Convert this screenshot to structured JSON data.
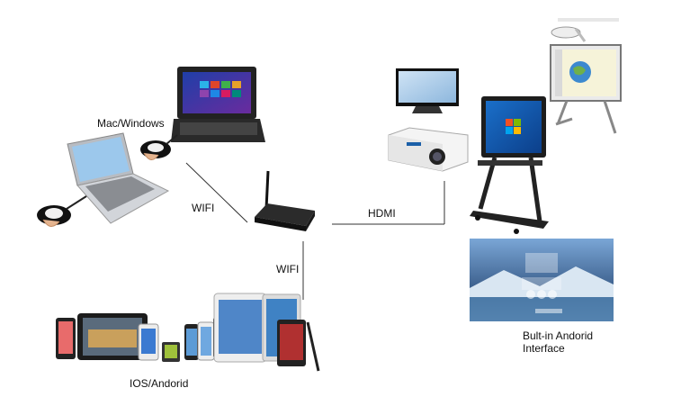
{
  "labels": {
    "mac_windows": "Mac/Windows",
    "wifi_left": "WIFI",
    "wifi_bottom": "WIFI",
    "hdmi": "HDMI",
    "ios_android": "IOS/Andorid",
    "builtin_line1": "Bult-in Andorid",
    "builtin_line2": "Interface"
  },
  "icons": [
    "laptop-icon",
    "windows-laptop-icon",
    "wireless-dongle-icon",
    "android-box-icon",
    "tablets-phones-icon",
    "tv-icon",
    "projector-icon",
    "interactive-whiteboard-icon",
    "touch-display-stand-icon",
    "android-interface-screen-icon"
  ],
  "colors": {
    "line": "#333333",
    "screen_blue": "#3a7fc8",
    "device_dark": "#2b2b2b",
    "silver": "#c9ccd1"
  }
}
